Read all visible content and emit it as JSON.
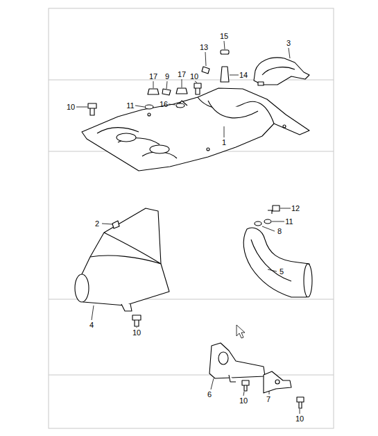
{
  "diagram": {
    "labels": [
      "15",
      "13",
      "3",
      "17",
      "9",
      "17",
      "10",
      "14",
      "10",
      "11",
      "16",
      "1",
      "12",
      "2",
      "11",
      "8",
      "5",
      "4",
      "10",
      "6",
      "10",
      "7",
      "10"
    ]
  }
}
